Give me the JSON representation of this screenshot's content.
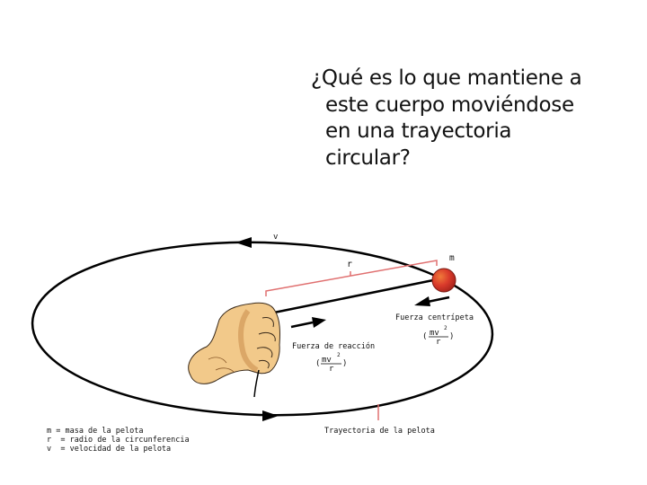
{
  "question": {
    "lines": [
      "¿Qué es lo que mantiene a",
      "este cuerpo moviéndose",
      "en una trayectoria",
      "circular?"
    ]
  },
  "diagram": {
    "labels": {
      "velocity": "v",
      "radius": "r",
      "mass": "m",
      "centripetal_force": "Fuerza centrípeta",
      "reaction_force": "Fuerza de reacción",
      "trajectory": "Trayectoria de la pelota"
    },
    "formula": {
      "numerator": "mv²",
      "numerator_base": "mv",
      "exponent": "2",
      "denominator": "r"
    },
    "colors": {
      "ball": "#d93a2b",
      "ball_highlight": "#f07a3a",
      "bracket": "#e07070",
      "hand": "#f2c98a",
      "hand_shadow": "#c88a4a",
      "line": "#000000"
    }
  },
  "legend": {
    "items": [
      "m = masa de la pelota",
      "r  = radio de la circunferencia",
      "v  = velocidad de la pelota"
    ]
  }
}
